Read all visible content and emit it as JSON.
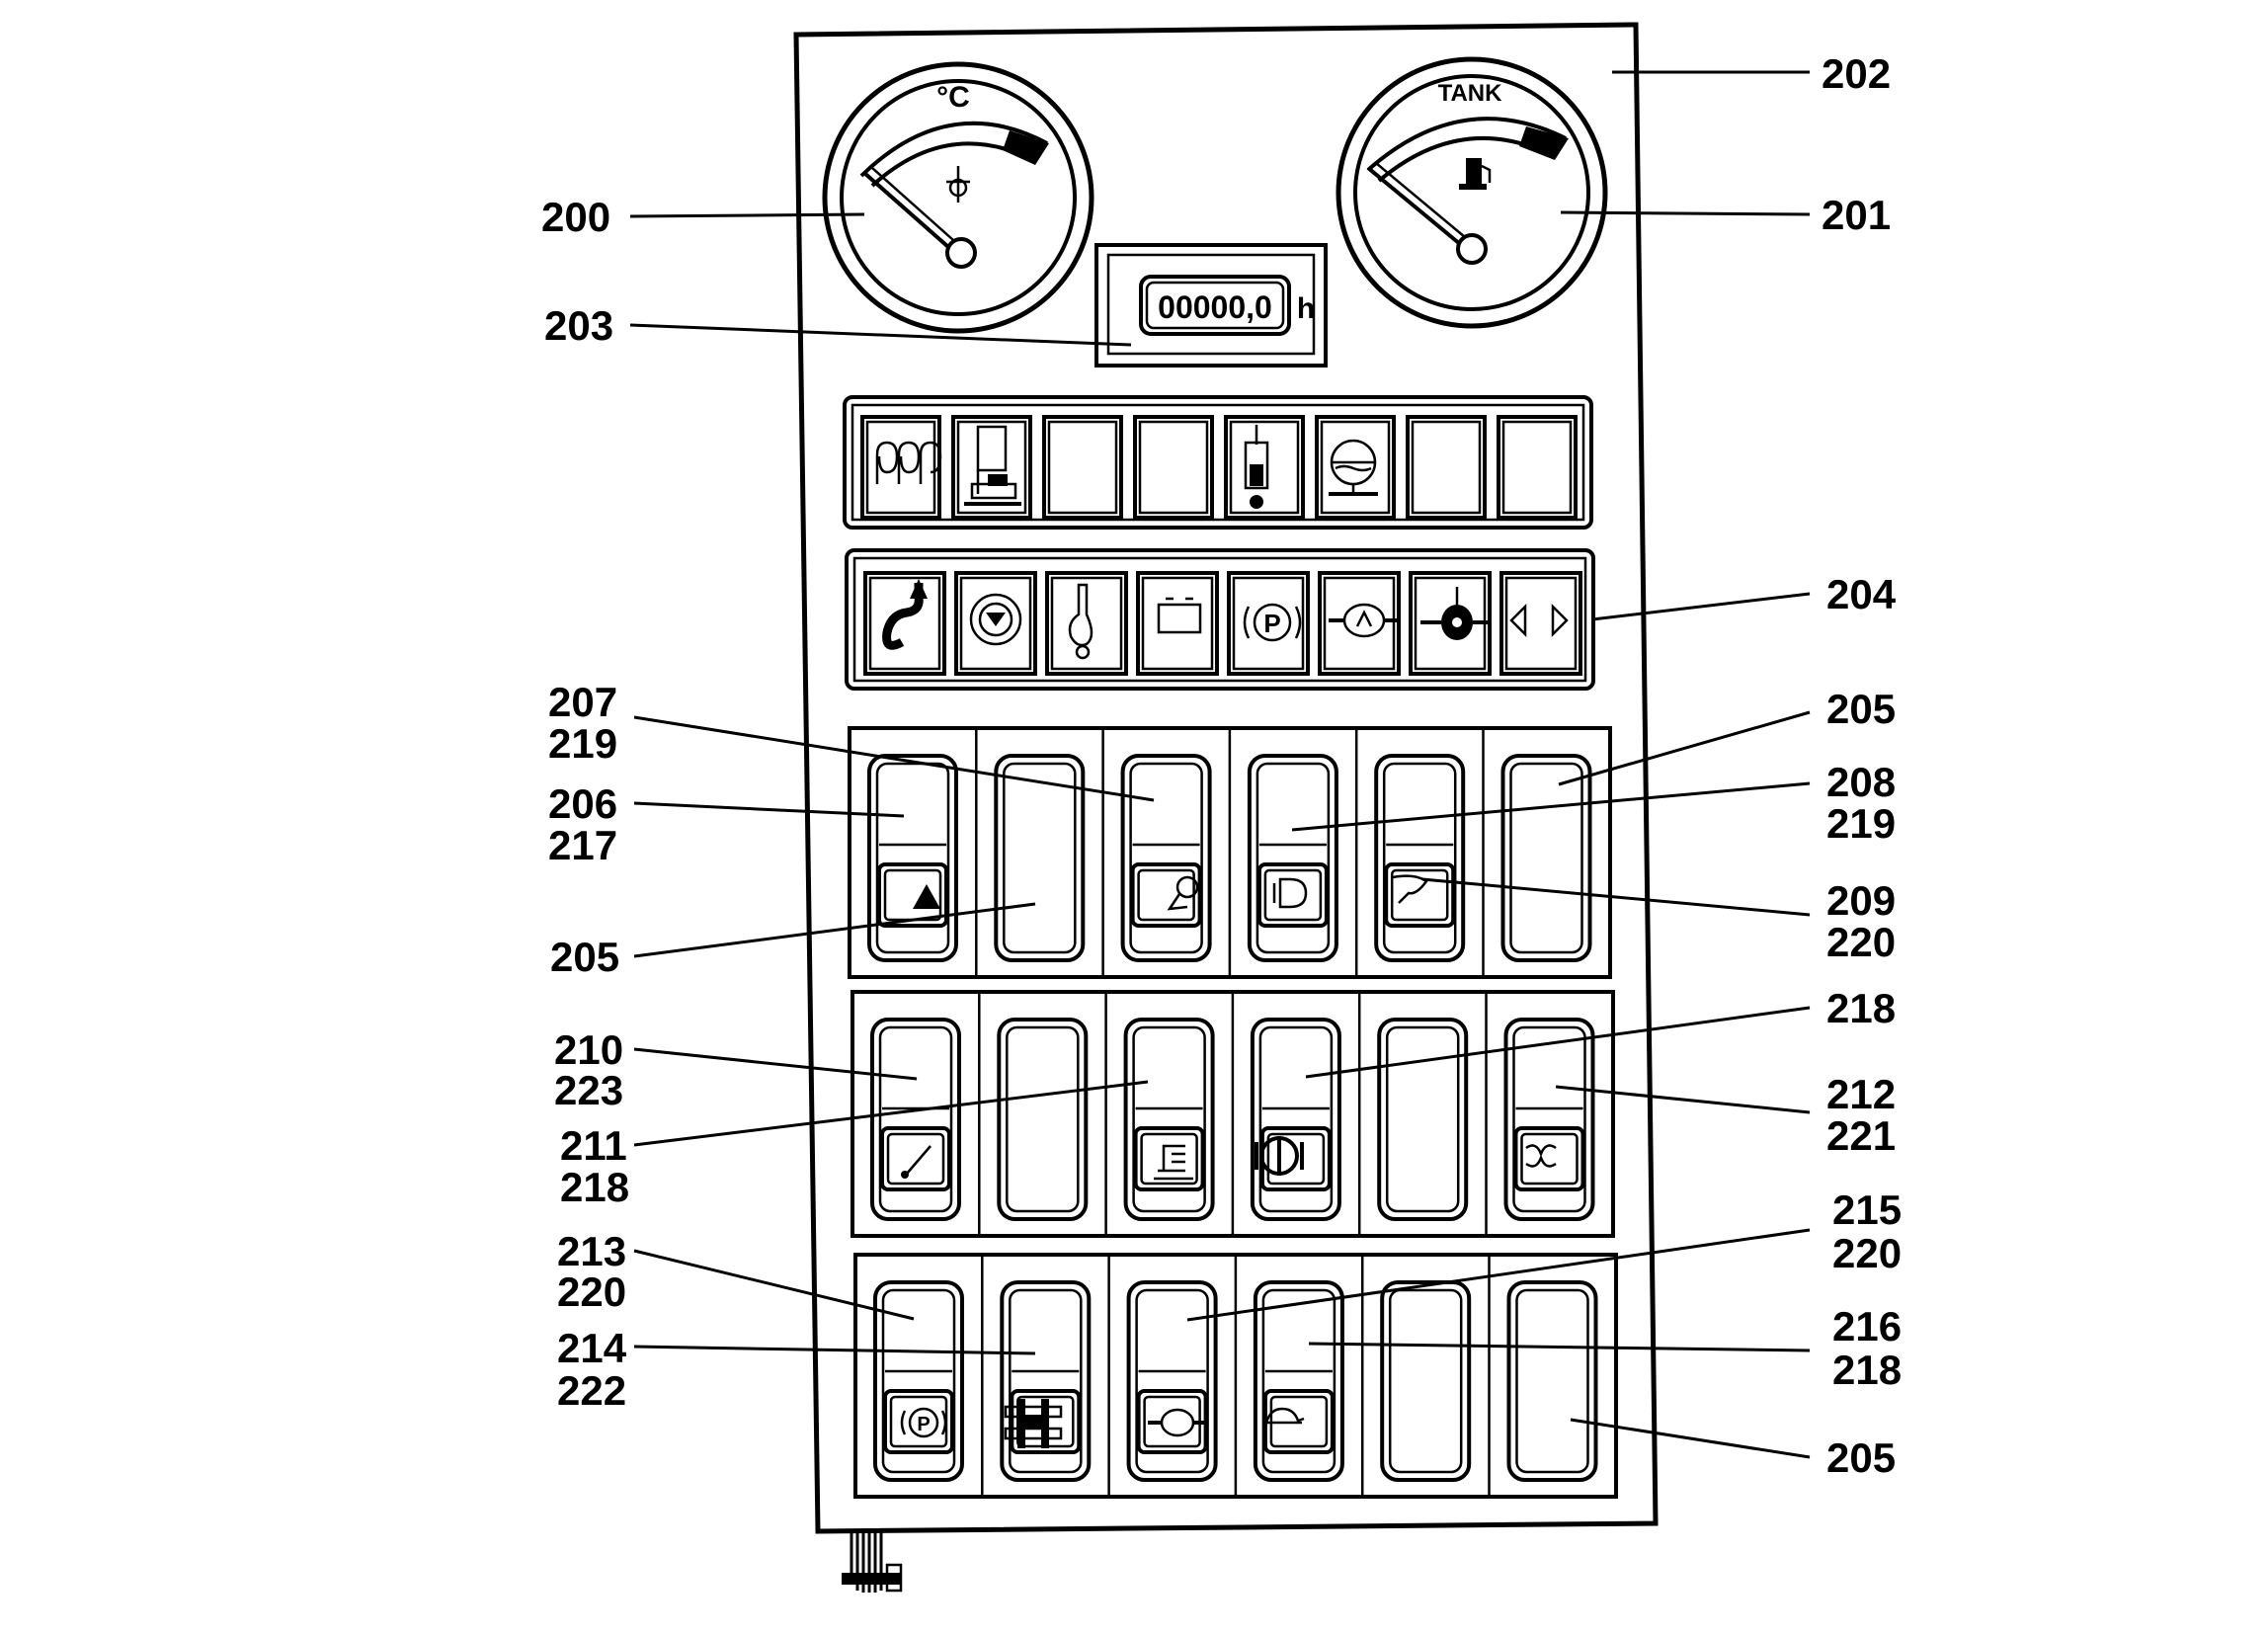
{
  "gauges": {
    "temperature": {
      "unit_label": "°C",
      "icon": "coolant-temperature-icon"
    },
    "fuel": {
      "tank_label": "TANK",
      "icon": "fuel-pump-icon"
    }
  },
  "hour_meter": {
    "reading": "00000,0",
    "unit": "h"
  },
  "warning_lights": {
    "row1_icons": [
      "preheat-coil-icon",
      "seat-icon",
      "blank",
      "blank",
      "hydraulic-oil-level-icon",
      "hydraulic-oil-temperature-icon",
      "blank",
      "blank"
    ],
    "row2_icons": [
      "crane-hook-icon",
      "steering-icon",
      "coolant-level-icon",
      "battery-icon",
      "parking-brake-icon",
      "brake-pressure-icon",
      "engine-oil-pressure-icon",
      "turn-indicator-icon"
    ]
  },
  "switch_icons": {
    "row1": [
      "hazard-warning-icon",
      "blank",
      "work-light-icon",
      "headlight-icon",
      "wiper-icon",
      "blank"
    ],
    "row2": [
      "boom-float-icon",
      "blank",
      "seat-suspension-icon",
      "differential-lock-icon",
      "blank",
      "fan-icon"
    ],
    "row3": [
      "parking-brake-switch-icon",
      "axle-lock-icon",
      "brake-icon",
      "creep-speed-icon",
      "blank",
      "blank"
    ]
  },
  "labels": {
    "l200": "200",
    "l201": "201",
    "l202": "202",
    "l203": "203",
    "l204": "204",
    "l205_a": "205",
    "l207": "207",
    "l219_a": "219",
    "l208": "208",
    "l219_b": "219",
    "l206": "206",
    "l217": "217",
    "l209": "209",
    "l220_a": "220",
    "l205_b": "205",
    "l218_a": "218",
    "l210": "210",
    "l223": "223",
    "l212": "212",
    "l221": "221",
    "l211": "211",
    "l218_b": "218",
    "l215": "215",
    "l220_b": "220",
    "l213": "213",
    "l220_c": "220",
    "l216": "216",
    "l218_c": "218",
    "l214": "214",
    "l222": "222",
    "l205_c": "205"
  }
}
